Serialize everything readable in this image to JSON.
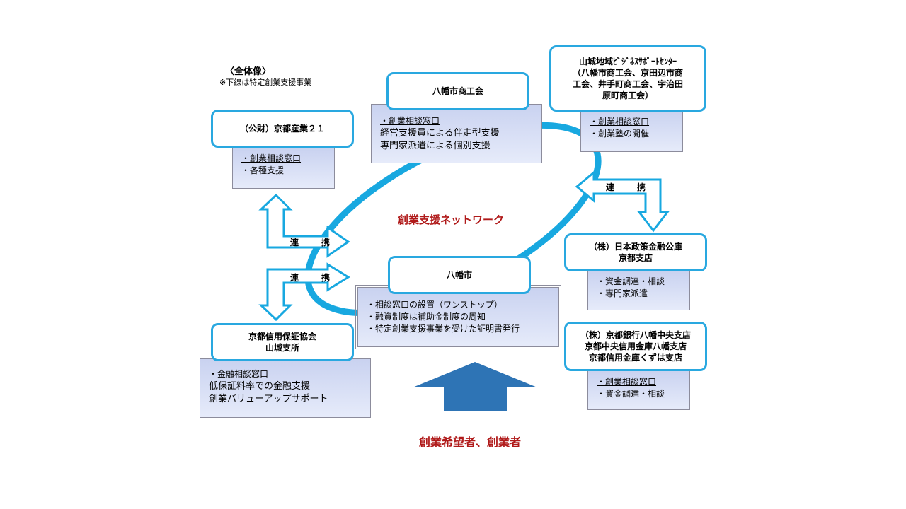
{
  "overview": {
    "title": "〈全体像〉",
    "note": "※下線は特定創業支援事業"
  },
  "network_label": "創業支援ネットワーク",
  "bottom_label": "創業希望者、創業者",
  "renkei": [
    "連　携",
    "連　携",
    "連　携"
  ],
  "orgs": {
    "kyoto_sangyo": {
      "name": "（公財）京都産業２１",
      "items": [
        "・創業相談窓口",
        "・各種支援"
      ]
    },
    "yawata_shokokai": {
      "name": "八幡市商工会",
      "items": [
        "・創業相談窓口",
        "経営支援員による伴走型支援",
        "専門家派遣による個別支援"
      ]
    },
    "yamashiro_center": {
      "lines": [
        "山城地域ﾋﾞｼﾞﾈｽｻﾎﾟｰﾄｾﾝﾀｰ",
        "（八幡市商工会、京田辺市商",
        "工会、井手町商工会、宇治田",
        "原町商工会）"
      ],
      "items": [
        "・創業相談窓口",
        "・創業塾の開催"
      ]
    },
    "jfc": {
      "lines": [
        "（株）日本政策金融公庫",
        "京都支店"
      ],
      "items": [
        "・資金調達・相談",
        "・専門家派遣"
      ]
    },
    "yawata_city": {
      "name": "八幡市",
      "items": [
        "・相談窓口の設置（ワンストップ）",
        "・融資制度は補助金制度の周知",
        "・特定創業支援事業を受けた証明書発行"
      ]
    },
    "guarantee": {
      "lines": [
        "京都信用保証協会",
        "山城支所"
      ],
      "items": [
        "・金融相談窓口",
        "低保証料率での金融支援",
        "創業バリューアップサポート"
      ]
    },
    "banks": {
      "lines": [
        "（株）京都銀行八幡中央支店",
        "京都中央信用金庫八幡支店",
        "京都信用金庫くずは支店"
      ],
      "items": [
        "・創業相談窓口",
        "・資金調達・相談"
      ]
    }
  },
  "colors": {
    "network": "#18a8e0",
    "frame": "#29a8e0",
    "arrow": "#2e74b5",
    "label": "#b01a1a"
  }
}
